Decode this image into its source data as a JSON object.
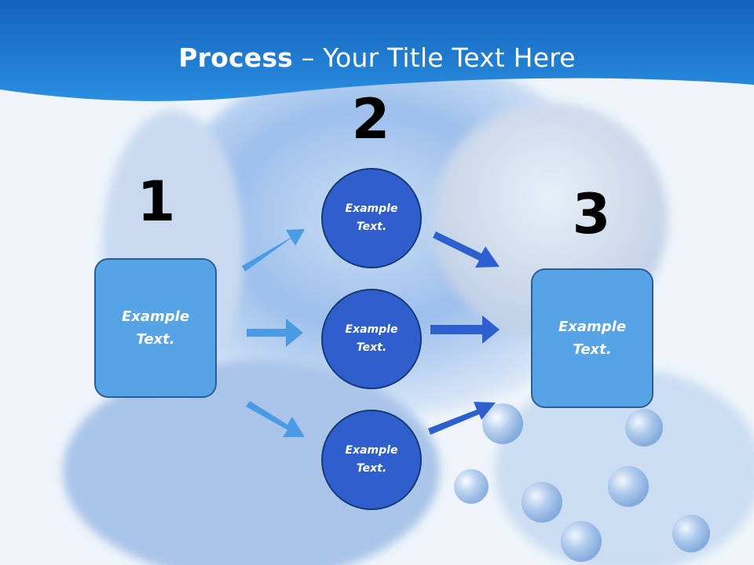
{
  "title": {
    "bold": "Process",
    "rest": " – Your Title Text Here"
  },
  "steps": {
    "one": "1",
    "two": "2",
    "three": "3"
  },
  "left_box": {
    "text": "Example Text."
  },
  "right_box": {
    "text": "Example Text."
  },
  "circles": [
    {
      "text": "Example Text."
    },
    {
      "text": "Example Text."
    },
    {
      "text": "Example Text."
    }
  ],
  "colors": {
    "banner": "#1b74c9",
    "box_fill": "#56a3e6",
    "circle_fill": "#2f5fcc",
    "arrow_light": "#4a9be4",
    "arrow_dark": "#2d5fcf"
  }
}
